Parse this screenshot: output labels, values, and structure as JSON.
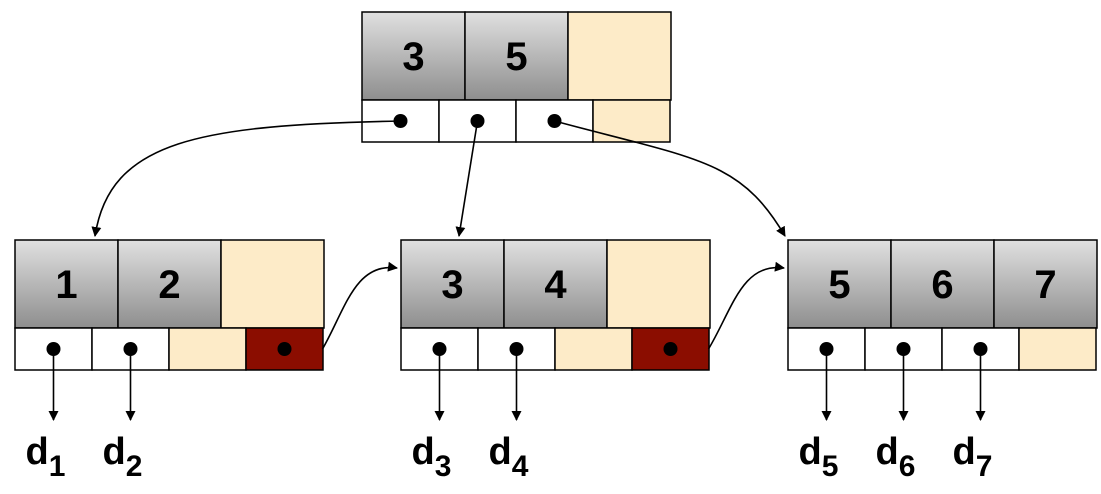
{
  "colors": {
    "key_fill_top": "#e0e0e0",
    "key_fill_bottom": "#8e8e8e",
    "empty_fill": "#fdebc8",
    "pointer_fill": "#ffffff",
    "next_pointer_fill": "#8b0d00",
    "stroke": "#000000"
  },
  "root": {
    "keys": [
      "3",
      "5",
      ""
    ],
    "pointers": [
      "ptr",
      "ptr",
      "ptr",
      "empty"
    ]
  },
  "leaves": [
    {
      "keys": [
        "1",
        "2",
        ""
      ],
      "pointers": [
        "ptr",
        "ptr",
        "empty",
        "next"
      ]
    },
    {
      "keys": [
        "3",
        "4",
        ""
      ],
      "pointers": [
        "ptr",
        "ptr",
        "empty",
        "next"
      ]
    },
    {
      "keys": [
        "5",
        "6",
        "7"
      ],
      "pointers": [
        "ptr",
        "ptr",
        "ptr",
        "empty"
      ]
    }
  ],
  "data_labels": [
    {
      "base": "d",
      "sub": "1"
    },
    {
      "base": "d",
      "sub": "2"
    },
    {
      "base": "d",
      "sub": "3"
    },
    {
      "base": "d",
      "sub": "4"
    },
    {
      "base": "d",
      "sub": "5"
    },
    {
      "base": "d",
      "sub": "6"
    },
    {
      "base": "d",
      "sub": "7"
    }
  ]
}
